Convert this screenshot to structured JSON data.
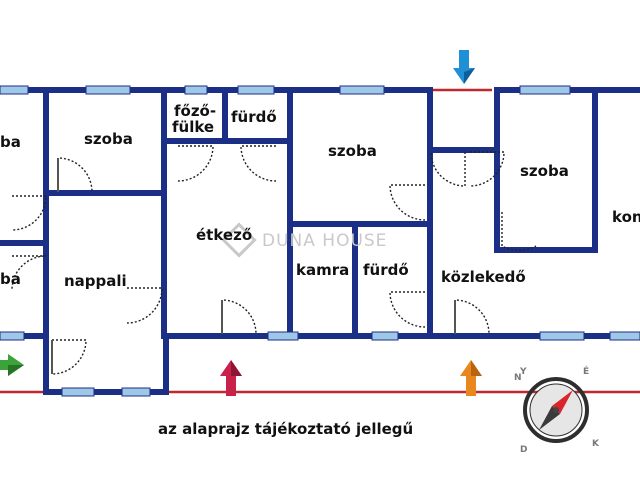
{
  "plan": {
    "rooms": {
      "szoba_left_top": "ba",
      "szoba_left_bottom": "ba",
      "szoba_1": "szoba",
      "fozofulke_line1": "főző-",
      "fozofulke_line2": "fülke",
      "furdo_top": "fürdő",
      "szoba_2": "szoba",
      "szoba_3": "szoba",
      "nappali": "nappali",
      "etkezo": "étkező",
      "kamra": "kamra",
      "furdo_bottom": "fürdő",
      "kozlekedo": "közlekedő",
      "kon": "kon"
    },
    "watermark": "DUNA HOUSE",
    "caption": "az alaprajz tájékoztató jellegű",
    "compass": {
      "n": "N",
      "y": "Y",
      "d": "D",
      "k": "K",
      "e": "É"
    },
    "colors": {
      "wall": "#1c2f86",
      "window": "#9fc7e8",
      "arrow_blue": "#1f8fd6",
      "arrow_red": "#c8224a",
      "arrow_orange": "#e8871e",
      "arrow_green": "#3aa33a",
      "red_line": "#c0282e"
    }
  }
}
